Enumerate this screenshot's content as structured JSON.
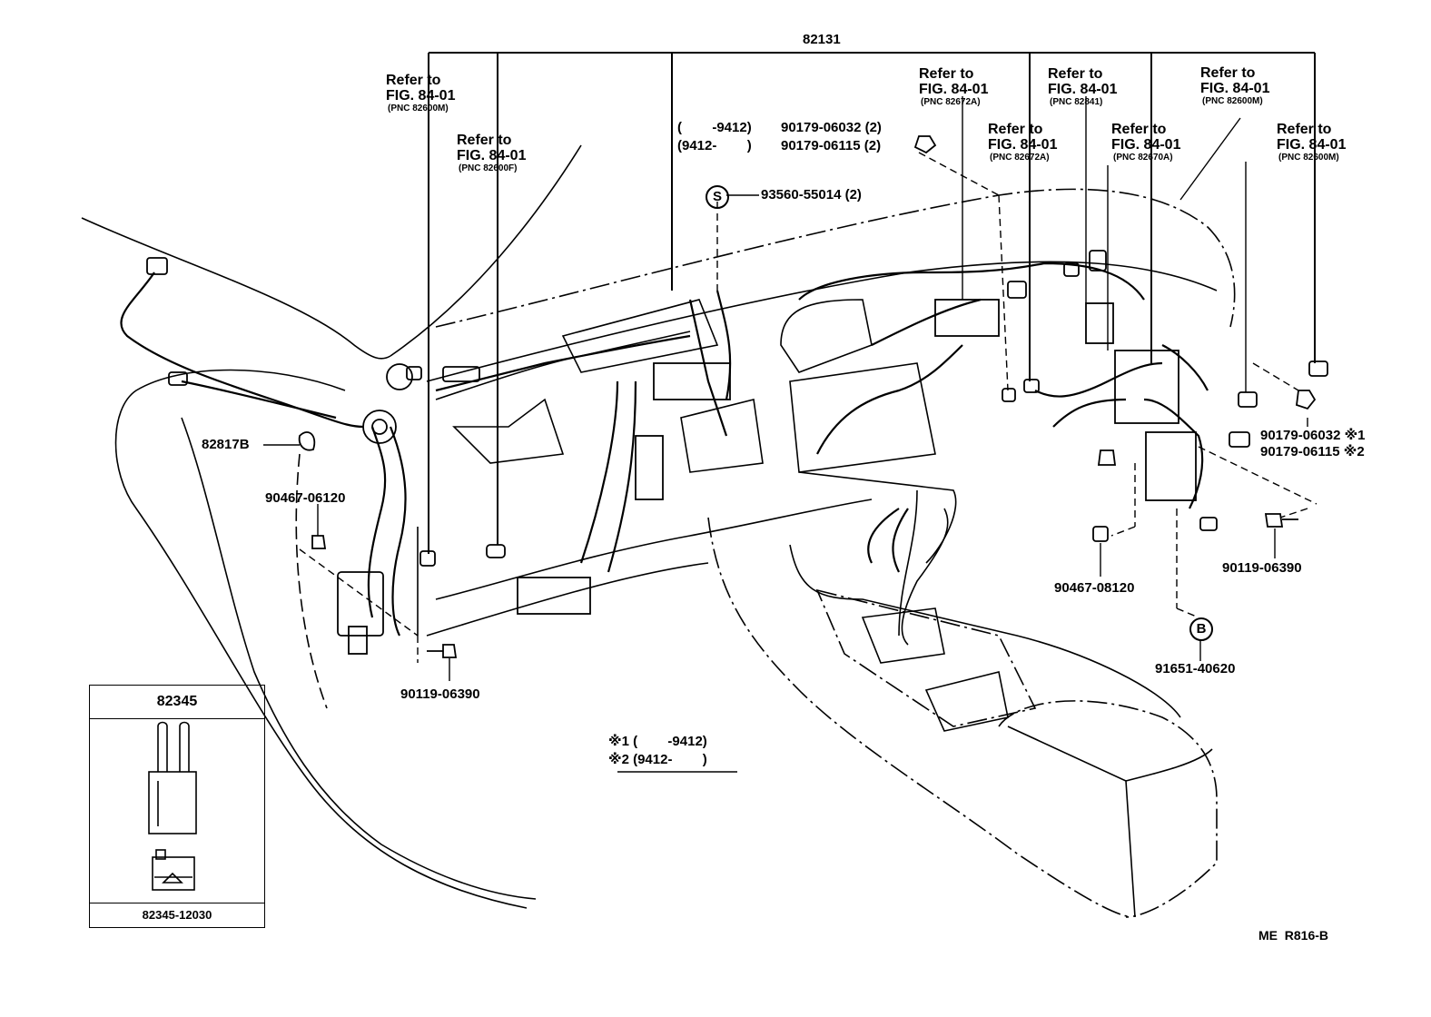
{
  "main_part": "82131",
  "refs": [
    {
      "line1": "Refer to",
      "line2": "FIG. 84-01",
      "line3": "(PNC 82600M)"
    },
    {
      "line1": "Refer to",
      "line2": "FIG. 84-01",
      "line3": "(PNC 82600F)"
    },
    {
      "line1": "Refer to",
      "line2": "FIG. 84-01",
      "line3": "(PNC 82672A)"
    },
    {
      "line1": "Refer to",
      "line2": "FIG. 84-01",
      "line3": "(PNC 82841)"
    },
    {
      "line1": "Refer to",
      "line2": "FIG. 84-01",
      "line3": "(PNC 82600M)"
    },
    {
      "line1": "Refer to",
      "line2": "FIG. 84-01",
      "line3": "(PNC 82672A)"
    },
    {
      "line1": "Refer to",
      "line2": "FIG. 84-01",
      "line3": "(PNC 82670A)"
    },
    {
      "line1": "Refer to",
      "line2": "FIG. 84-01",
      "line3": "(PNC 82600M)"
    }
  ],
  "top_bolts": {
    "row1_range": "(        -9412)",
    "row1_part": "90179-06032 (2)",
    "row2_range": "(9412-        )",
    "row2_part": "90179-06115 (2)"
  },
  "screw": {
    "symbol": "S",
    "part": "93560-55014 (2)"
  },
  "parts": {
    "clamp": "82817B",
    "clip_left": "90467-06120",
    "bolt_left": "90119-06390",
    "clip_right": "90467-08120",
    "bolt_right": "90119-06390",
    "bolt_b_symbol": "B",
    "bolt_b": "91651-40620",
    "nut_1": "90179-06032 ※1",
    "nut_2": "90179-06115 ※2"
  },
  "legend": {
    "line1": "※1 (        -9412)",
    "line2": "※2 (9412-        )"
  },
  "inset": {
    "title": "82345",
    "part": "82345-12030"
  },
  "figure_code": "ME  R816-B"
}
